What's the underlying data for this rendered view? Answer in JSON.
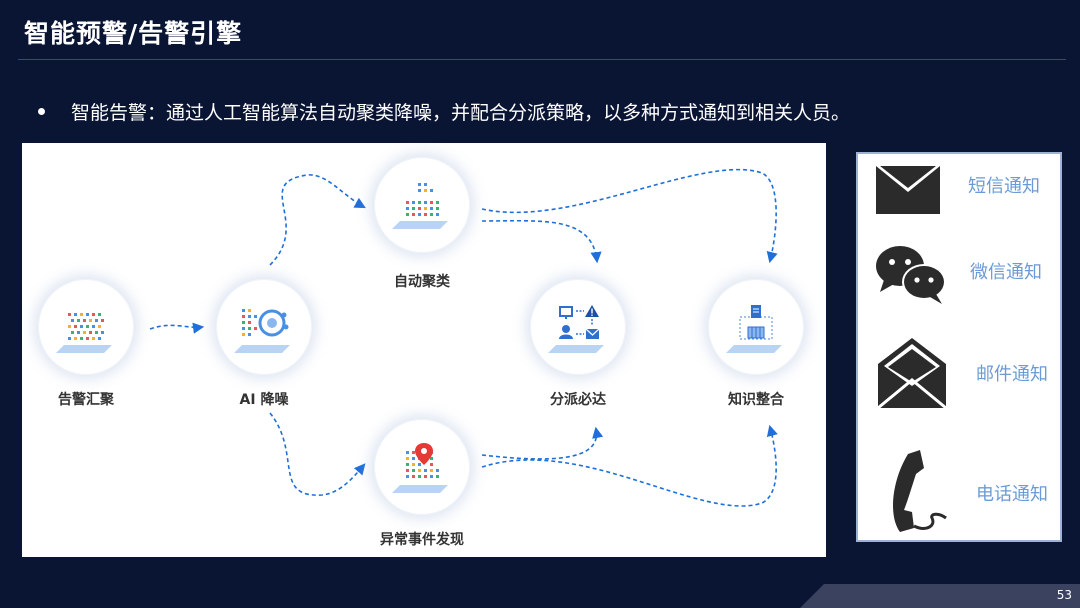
{
  "slide": {
    "title": "智能预警/告警引擎",
    "bullet": "智能告警：通过人工智能算法自动聚类降噪，并配合分派策略，以多种方式通知到相关人员。",
    "page_number": "53"
  },
  "diagram": {
    "nodes": [
      {
        "label": "告警汇聚"
      },
      {
        "label": "AI 降噪"
      },
      {
        "label": "自动聚类"
      },
      {
        "label": "异常事件发现"
      },
      {
        "label": "分派必达"
      },
      {
        "label": "知识整合"
      }
    ],
    "flow_color": "#1e6fd9"
  },
  "channels": [
    {
      "label": "短信通知",
      "icon": "sms-envelope-icon"
    },
    {
      "label": "微信通知",
      "icon": "wechat-icon"
    },
    {
      "label": "邮件通知",
      "icon": "mail-open-envelope-icon"
    },
    {
      "label": "电话通知",
      "icon": "phone-handset-icon"
    }
  ]
}
